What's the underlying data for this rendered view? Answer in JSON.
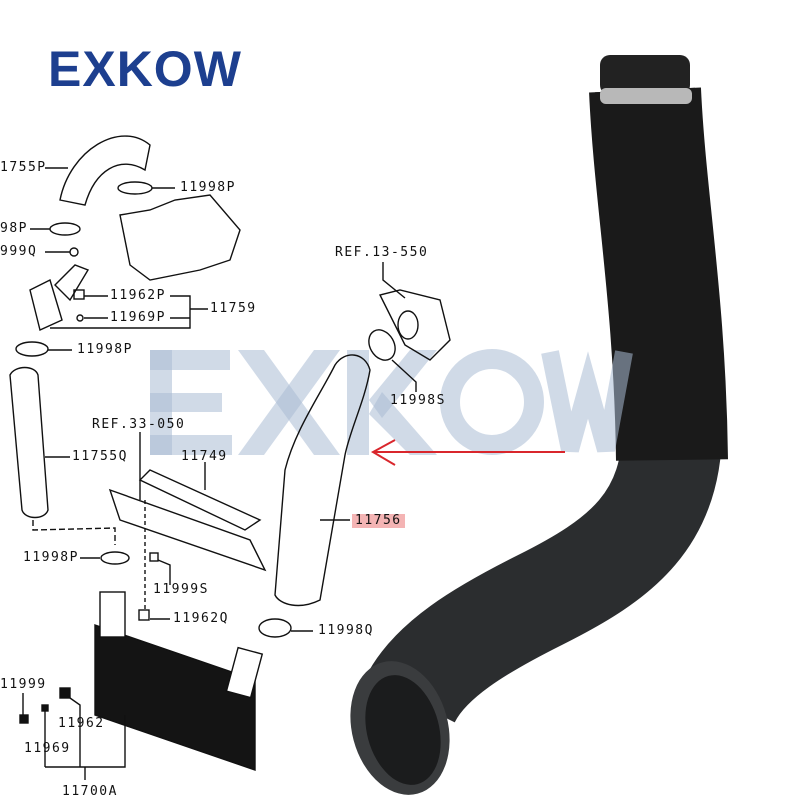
{
  "brand": {
    "logo_text": "EXKOW",
    "watermark_text": "EXKOW",
    "color": "#1d3f8f"
  },
  "diagram": {
    "labels": {
      "l1755p": "1755P",
      "l11998p_top": "11998P",
      "l98p": "98P",
      "l999q": "999Q",
      "l11962p": "11962P",
      "l11969p": "11969P",
      "l11759": "11759",
      "l11998p_mid": "11998P",
      "ref13": "REF.13-550",
      "l11998s": "11998S",
      "ref33": "REF.33-050",
      "l11755q": "11755Q",
      "l11749": "11749",
      "l11756": "11756",
      "l11998p_low": "11998P",
      "l11999s": "11999S",
      "l11962q": "11962Q",
      "l11998q": "11998Q",
      "l11999": "11999",
      "l11962": "11962",
      "l11969": "11969",
      "l11700a": "11700A"
    },
    "highlight_color": "#f4b4b4",
    "arrow_color": "#d9262c"
  },
  "product": {
    "icon": "intercooler-hose-photo",
    "color": "#2b2d2f"
  }
}
